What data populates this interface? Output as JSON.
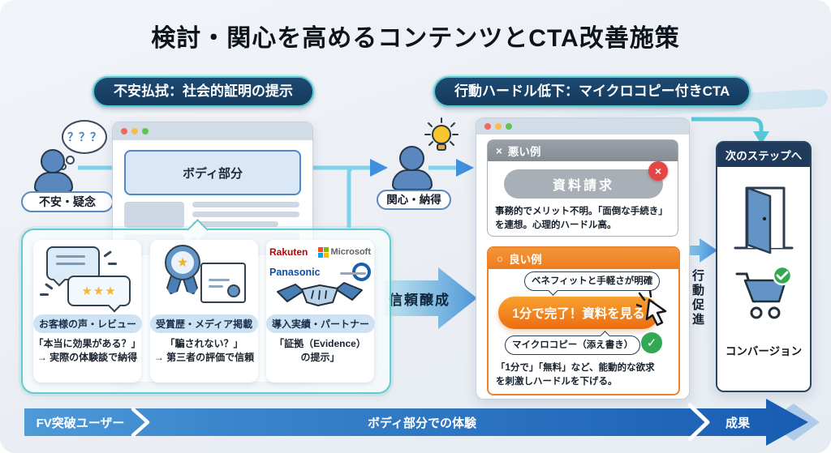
{
  "title": "検討・関心を高めるコンテンツとCTA改善施策",
  "section_badges": {
    "left": "不安払拭：社会的証明の提示",
    "right": "行動ハードル低下：マイクロコピー付きCTA"
  },
  "left_flow": {
    "thought_glyph": "？？？",
    "person_label": "不安・疑念",
    "browser_body_label": "ボディ部分"
  },
  "proof_cards": {
    "items": [
      {
        "label": "お客様の声・レビュー",
        "desc1": "「本当に効果がある？」",
        "desc2": "→ 実際の体験談で納得",
        "stars": "★★★"
      },
      {
        "label": "受賞歴・メディア掲載",
        "desc1": "「騙されない？」",
        "desc2": "→ 第三者の評価で信頼",
        "award_star": "★"
      },
      {
        "label": "導入実績・パートナー",
        "desc1": "「証拠（Evidence）",
        "desc2": "の提示」"
      }
    ],
    "logos": {
      "rakuten": "Rakuten",
      "microsoft": "Microsoft",
      "panasonic": "Panasonic"
    }
  },
  "mid_flow": {
    "person_label": "関心・納得",
    "trust_arrow_label": "信頼醸成"
  },
  "cta_panel": {
    "bad": {
      "mark": "×",
      "header": "悪い例",
      "button_label": "資料請求",
      "badge_glyph": "×",
      "desc1": "事務的でメリット不明。「面倒な手続き」",
      "desc2": "を連想。心理的ハードル高。"
    },
    "good": {
      "mark": "○",
      "header": "良い例",
      "tooltip_top": "ベネフィットと手軽さが明確",
      "button_label": "1分で完了！資料を見る",
      "tooltip_bottom": "マイクロコピー（添え書き）",
      "check_glyph": "✓",
      "desc1": "「1分で」「無料」など、能動的な欲求",
      "desc2": "を刺激しハードルを下げる。"
    }
  },
  "action_promotion_label": "行動促進",
  "next_step": {
    "header": "次のステップへ",
    "conversion_label": "コンバージョン",
    "check_glyph": "✓"
  },
  "bottom_bar": {
    "segment1": "FV突破ユーザー",
    "segment2": "ボディ部分での体験",
    "segment3": "成果"
  },
  "colors": {
    "accent_cyan": "#63cbd0",
    "badge_navy": "#173f63",
    "panel_navy": "#1f3a5c",
    "orange": "#ee7d1e",
    "bad_gray": "#8a9097",
    "alert_red": "#e64545",
    "success_green": "#33a852",
    "person_blue": "#5b87bf",
    "bar_blue": "#1a5db0",
    "pill_blue": "#cfe2f4"
  }
}
